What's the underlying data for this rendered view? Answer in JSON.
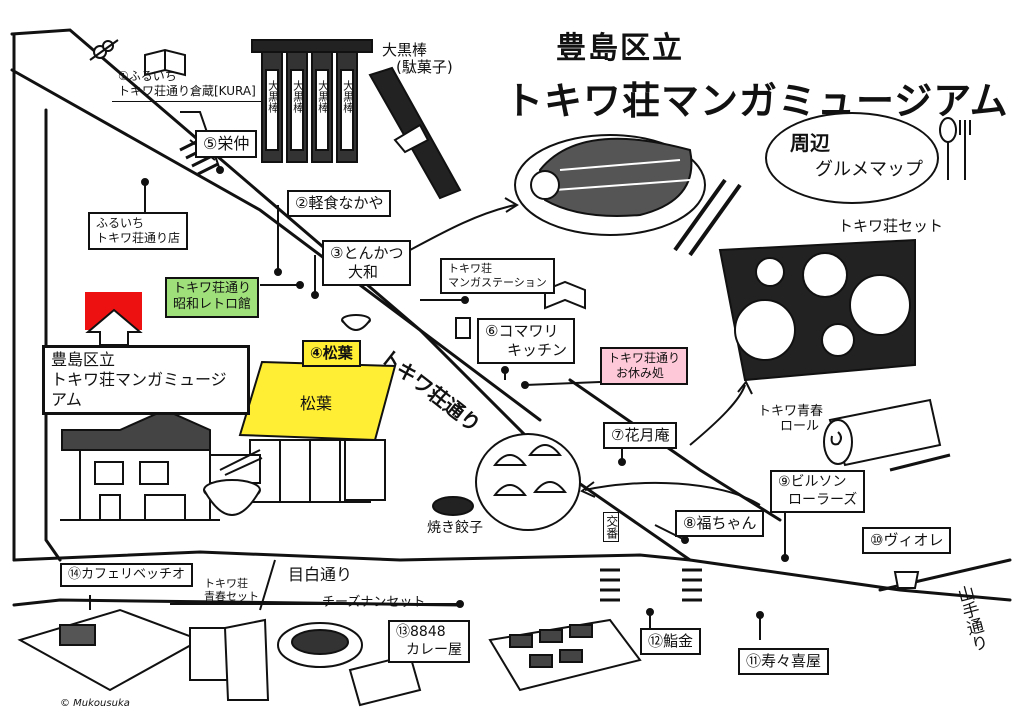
{
  "title": {
    "line1": "豊島区立",
    "line2": "トキワ荘マンガミュージアム",
    "sub1": "周辺",
    "sub2": "グルメマップ"
  },
  "streets": {
    "tokiwaso_dori": "トキワ荘通り",
    "mejiro_dori": "目白通り",
    "yamate_dori": "山手通り",
    "koban": "交番"
  },
  "museum": {
    "label_line1": "豊島区立",
    "label_line2": "トキワ荘マンガミュージアム"
  },
  "shops": [
    {
      "id": "s1",
      "line1": "①ふるいち",
      "line2": "トキワ荘通り倉蔵[KURA]"
    },
    {
      "id": "s2",
      "line1": "②軽食なかや",
      "line2": ""
    },
    {
      "id": "s3",
      "line1": "③とんかつ",
      "line2": "大和"
    },
    {
      "id": "s4",
      "line1": "④松葉",
      "line2": ""
    },
    {
      "id": "s5",
      "line1": "⑤栄仲",
      "line2": ""
    },
    {
      "id": "s6",
      "line1": "⑥コマワリ",
      "line2": "キッチン"
    },
    {
      "id": "s7",
      "line1": "⑦花月庵",
      "line2": ""
    },
    {
      "id": "s8",
      "line1": "⑧福ちゃん",
      "line2": ""
    },
    {
      "id": "s9",
      "line1": "⑨ビルソン",
      "line2": "ローラーズ"
    },
    {
      "id": "s10",
      "line1": "⑩ヴィオレ",
      "line2": ""
    },
    {
      "id": "s11",
      "line1": "⑪寿々喜屋",
      "line2": ""
    },
    {
      "id": "s12",
      "line1": "⑫鮨金",
      "line2": ""
    },
    {
      "id": "s13",
      "line1": "⑬8848",
      "line2": "カレー屋"
    },
    {
      "id": "s14",
      "line1": "⑭カフェリベッチオ",
      "line2": ""
    }
  ],
  "places": {
    "furuisu_line1": "ふるいち",
    "furuisu_line2": "トキワ荘通り店",
    "retro_line1": "トキワ荘通り",
    "retro_line2": "昭和レトロ館",
    "manga_station_line1": "トキワ荘",
    "manga_station_line2": "マンガステーション",
    "rest_line1": "トキワ荘通り",
    "rest_line2": "お休み処",
    "matsuba_sign": "松葉"
  },
  "food": {
    "daikokubo_line1": "大黒棒",
    "daikokubo_line2": "(駄菓子)",
    "daikoku_sticks": [
      "大黒棒",
      "大黒棒",
      "大黒棒",
      "大黒棒"
    ],
    "tokiwaso_set": "トキワ荘セット",
    "seishun_roll_line1": "トキワ青春",
    "seishun_roll_line2": "ロール",
    "gyoza": "焼き餃子",
    "cheese_naan": "チーズナンセット",
    "seishun_set_line1": "トキワ荘",
    "seishun_set_line2": "青春セット"
  },
  "credit": "© Mukousuka",
  "colors": {
    "museum_marker": "#ee1111",
    "matsuba_roof": "#ffee33",
    "retro_bg": "#9fe07a",
    "rest_bg": "#ffc8d8",
    "ink": "#111111"
  }
}
